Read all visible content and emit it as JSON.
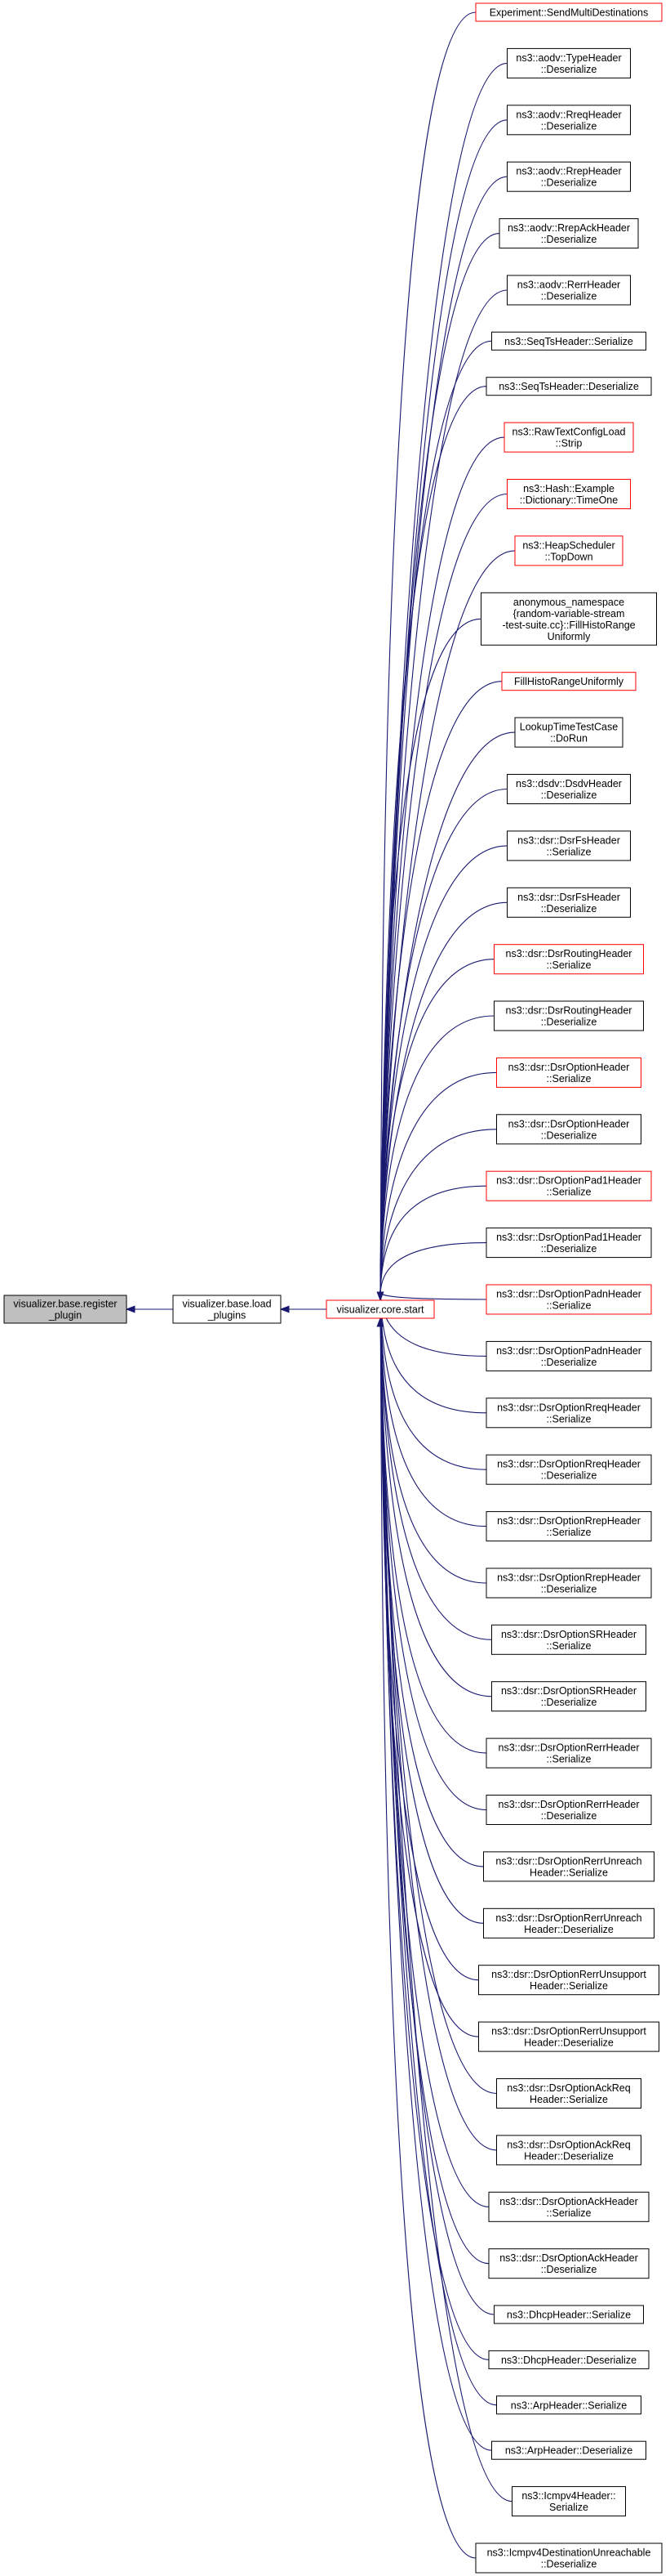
{
  "graph": {
    "colors": {
      "edge": "#191970",
      "node_border": "#000000",
      "node_border_truncated": "#ff0000",
      "focus_fill": "#bfbfbf",
      "node_fill": "#ffffff"
    },
    "focus": {
      "id": "n0",
      "lines": [
        "visualizer.base.register",
        "_plugin"
      ],
      "border": "black",
      "fill": "focus"
    },
    "middle": [
      {
        "id": "n1",
        "lines": [
          "visualizer.base.load",
          "_plugins"
        ],
        "border": "black"
      },
      {
        "id": "n2",
        "lines": [
          "visualizer.core.start"
        ],
        "border": "red"
      }
    ],
    "callers": [
      {
        "lines": [
          "Experiment::SendMultiDestinations"
        ],
        "border": "red"
      },
      {
        "lines": [
          "ns3::aodv::TypeHeader",
          "::Deserialize"
        ],
        "border": "black"
      },
      {
        "lines": [
          "ns3::aodv::RreqHeader",
          "::Deserialize"
        ],
        "border": "black"
      },
      {
        "lines": [
          "ns3::aodv::RrepHeader",
          "::Deserialize"
        ],
        "border": "black"
      },
      {
        "lines": [
          "ns3::aodv::RrepAckHeader",
          "::Deserialize"
        ],
        "border": "black"
      },
      {
        "lines": [
          "ns3::aodv::RerrHeader",
          "::Deserialize"
        ],
        "border": "black"
      },
      {
        "lines": [
          "ns3::SeqTsHeader::Serialize"
        ],
        "border": "black"
      },
      {
        "lines": [
          "ns3::SeqTsHeader::Deserialize"
        ],
        "border": "black"
      },
      {
        "lines": [
          "ns3::RawTextConfigLoad",
          "::Strip"
        ],
        "border": "red"
      },
      {
        "lines": [
          "ns3::Hash::Example",
          "::Dictionary::TimeOne"
        ],
        "border": "red"
      },
      {
        "lines": [
          "ns3::HeapScheduler",
          "::TopDown"
        ],
        "border": "red"
      },
      {
        "lines": [
          "anonymous_namespace",
          "{random-variable-stream",
          "-test-suite.cc}::FillHistoRange",
          "Uniformly"
        ],
        "border": "black"
      },
      {
        "lines": [
          "FillHistoRangeUniformly"
        ],
        "border": "red"
      },
      {
        "lines": [
          "LookupTimeTestCase",
          "::DoRun"
        ],
        "border": "black"
      },
      {
        "lines": [
          "ns3::dsdv::DsdvHeader",
          "::Deserialize"
        ],
        "border": "black"
      },
      {
        "lines": [
          "ns3::dsr::DsrFsHeader",
          "::Serialize"
        ],
        "border": "black"
      },
      {
        "lines": [
          "ns3::dsr::DsrFsHeader",
          "::Deserialize"
        ],
        "border": "black"
      },
      {
        "lines": [
          "ns3::dsr::DsrRoutingHeader",
          "::Serialize"
        ],
        "border": "red"
      },
      {
        "lines": [
          "ns3::dsr::DsrRoutingHeader",
          "::Deserialize"
        ],
        "border": "black"
      },
      {
        "lines": [
          "ns3::dsr::DsrOptionHeader",
          "::Serialize"
        ],
        "border": "red"
      },
      {
        "lines": [
          "ns3::dsr::DsrOptionHeader",
          "::Deserialize"
        ],
        "border": "black"
      },
      {
        "lines": [
          "ns3::dsr::DsrOptionPad1Header",
          "::Serialize"
        ],
        "border": "red"
      },
      {
        "lines": [
          "ns3::dsr::DsrOptionPad1Header",
          "::Deserialize"
        ],
        "border": "black"
      },
      {
        "lines": [
          "ns3::dsr::DsrOptionPadnHeader",
          "::Serialize"
        ],
        "border": "red"
      },
      {
        "lines": [
          "ns3::dsr::DsrOptionPadnHeader",
          "::Deserialize"
        ],
        "border": "black"
      },
      {
        "lines": [
          "ns3::dsr::DsrOptionRreqHeader",
          "::Serialize"
        ],
        "border": "black"
      },
      {
        "lines": [
          "ns3::dsr::DsrOptionRreqHeader",
          "::Deserialize"
        ],
        "border": "black"
      },
      {
        "lines": [
          "ns3::dsr::DsrOptionRrepHeader",
          "::Serialize"
        ],
        "border": "black"
      },
      {
        "lines": [
          "ns3::dsr::DsrOptionRrepHeader",
          "::Deserialize"
        ],
        "border": "black"
      },
      {
        "lines": [
          "ns3::dsr::DsrOptionSRHeader",
          "::Serialize"
        ],
        "border": "black"
      },
      {
        "lines": [
          "ns3::dsr::DsrOptionSRHeader",
          "::Deserialize"
        ],
        "border": "black"
      },
      {
        "lines": [
          "ns3::dsr::DsrOptionRerrHeader",
          "::Serialize"
        ],
        "border": "black"
      },
      {
        "lines": [
          "ns3::dsr::DsrOptionRerrHeader",
          "::Deserialize"
        ],
        "border": "black"
      },
      {
        "lines": [
          "ns3::dsr::DsrOptionRerrUnreach",
          "Header::Serialize"
        ],
        "border": "black"
      },
      {
        "lines": [
          "ns3::dsr::DsrOptionRerrUnreach",
          "Header::Deserialize"
        ],
        "border": "black"
      },
      {
        "lines": [
          "ns3::dsr::DsrOptionRerrUnsupport",
          "Header::Serialize"
        ],
        "border": "black"
      },
      {
        "lines": [
          "ns3::dsr::DsrOptionRerrUnsupport",
          "Header::Deserialize"
        ],
        "border": "black"
      },
      {
        "lines": [
          "ns3::dsr::DsrOptionAckReq",
          "Header::Serialize"
        ],
        "border": "black"
      },
      {
        "lines": [
          "ns3::dsr::DsrOptionAckReq",
          "Header::Deserialize"
        ],
        "border": "black"
      },
      {
        "lines": [
          "ns3::dsr::DsrOptionAckHeader",
          "::Serialize"
        ],
        "border": "black"
      },
      {
        "lines": [
          "ns3::dsr::DsrOptionAckHeader",
          "::Deserialize"
        ],
        "border": "black"
      },
      {
        "lines": [
          "ns3::DhcpHeader::Serialize"
        ],
        "border": "black"
      },
      {
        "lines": [
          "ns3::DhcpHeader::Deserialize"
        ],
        "border": "black"
      },
      {
        "lines": [
          "ns3::ArpHeader::Serialize"
        ],
        "border": "black"
      },
      {
        "lines": [
          "ns3::ArpHeader::Deserialize"
        ],
        "border": "black"
      },
      {
        "lines": [
          "ns3::Icmpv4Header::",
          "Serialize"
        ],
        "border": "black"
      },
      {
        "lines": [
          "ns3::Icmpv4DestinationUnreachable",
          "::Deserialize"
        ],
        "border": "black"
      }
    ]
  }
}
